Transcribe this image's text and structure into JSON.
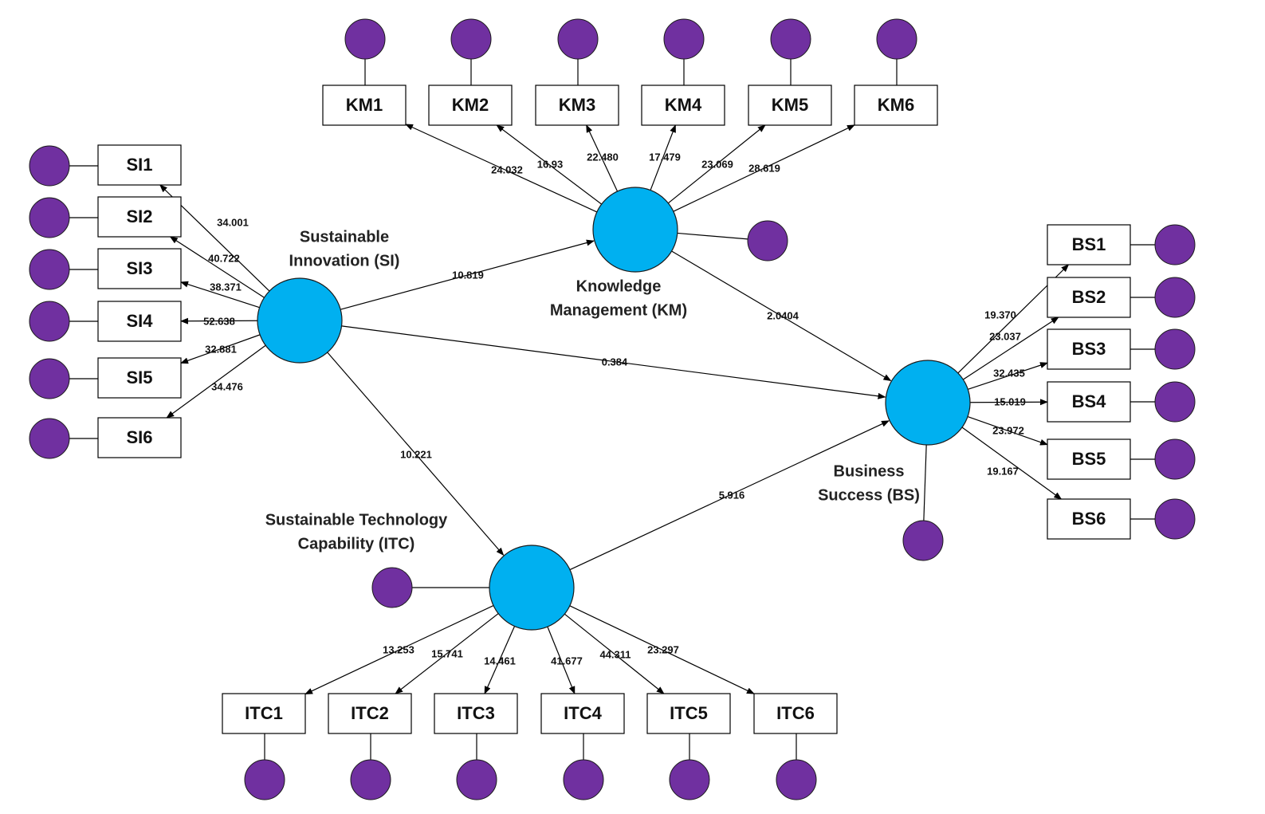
{
  "colors": {
    "construct": "#00B0F0",
    "error": "#7030A0",
    "indicator_fill": "#FFFFFF",
    "line": "#000000"
  },
  "constructs": [
    {
      "id": "SI",
      "lines": [
        "Sustainable",
        "Innovation (SI)"
      ]
    },
    {
      "id": "KM",
      "lines": [
        "Knowledge",
        "Management (KM)"
      ]
    },
    {
      "id": "BS",
      "lines": [
        "Business",
        "Success (BS)"
      ]
    },
    {
      "id": "ITC",
      "lines": [
        "Sustainable Technology",
        "Capability (ITC)"
      ]
    }
  ],
  "indicators": {
    "SI": [
      "SI1",
      "SI2",
      "SI3",
      "SI4",
      "SI5",
      "SI6"
    ],
    "KM": [
      "KM1",
      "KM2",
      "KM3",
      "KM4",
      "KM5",
      "KM6"
    ],
    "BS": [
      "BS1",
      "BS2",
      "BS3",
      "BS4",
      "BS5",
      "BS6"
    ],
    "ITC": [
      "ITC1",
      "ITC2",
      "ITC3",
      "ITC4",
      "ITC5",
      "ITC6"
    ]
  },
  "loadings": {
    "SI": [
      "34.001",
      "40.722",
      "38.371",
      "52.638",
      "32.881",
      "34.476"
    ],
    "KM": [
      "24.032",
      "16.93",
      "22.480",
      "17.479",
      "23.069",
      "28.619"
    ],
    "BS": [
      "19.370",
      "23.037",
      "32.435",
      "15.019",
      "23.972",
      "19.167"
    ],
    "ITC": [
      "13.253",
      "15.741",
      "14.461",
      "41.677",
      "44.311",
      "23.297"
    ]
  },
  "paths": [
    {
      "from": "SI",
      "to": "KM",
      "value": "10.819"
    },
    {
      "from": "SI",
      "to": "BS",
      "value": "0.384"
    },
    {
      "from": "SI",
      "to": "ITC",
      "value": "10.221"
    },
    {
      "from": "KM",
      "to": "BS",
      "value": "2.0404"
    },
    {
      "from": "ITC",
      "to": "BS",
      "value": "5.916"
    }
  ]
}
